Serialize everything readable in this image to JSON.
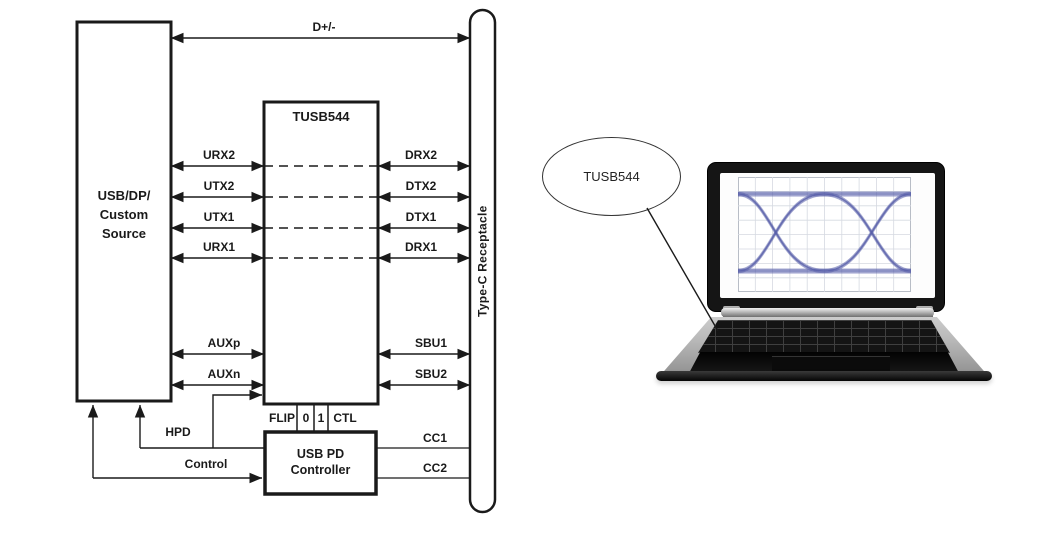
{
  "figure": {
    "source_box": {
      "lines": [
        "USB/DP/",
        "Custom",
        "Source"
      ]
    },
    "redriver": {
      "title": "TUSB544"
    },
    "pd_controller": {
      "lines": [
        "USB PD",
        "Controller"
      ]
    },
    "receptacle": {
      "label": "Type-C Receptacle"
    },
    "signals": {
      "top": "D+/-",
      "upstream": [
        "URX2",
        "UTX2",
        "UTX1",
        "URX1"
      ],
      "downstream": [
        "DRX2",
        "DTX2",
        "DTX1",
        "DRX1"
      ],
      "aux": [
        "AUXp",
        "AUXn"
      ],
      "sbu": [
        "SBU1",
        "SBU2"
      ],
      "cc": [
        "CC1",
        "CC2"
      ],
      "control_pins": [
        "FLIP",
        "0",
        "1",
        "CTL"
      ],
      "hpd": "HPD",
      "control": "Control"
    }
  },
  "callout": {
    "label": "TUSB544"
  },
  "laptop": {
    "screen_image": "eye-diagram"
  },
  "colors": {
    "line": "#1a1a1a",
    "eye_trace": "#575ea9",
    "plot_grid": "#d5d9e1",
    "bezel": "#151515"
  }
}
